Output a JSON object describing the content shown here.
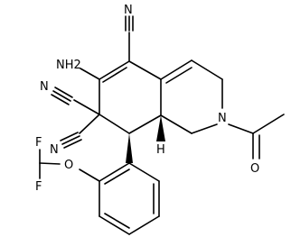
{
  "molecule": {
    "atom_labels": {
      "amino": "NH2",
      "nitrile_top": "N",
      "nitrile_left_upper": "N",
      "nitrile_left_lower": "N",
      "ring_nitrogen": "N",
      "acetyl_oxygen": "O",
      "ether_oxygen": "O",
      "fluorine_1": "F",
      "fluorine_2": "F",
      "stereo_hydrogen": "H"
    },
    "colors": {
      "bond": "#000000",
      "label": "#000000",
      "background": "#ffffff"
    }
  }
}
